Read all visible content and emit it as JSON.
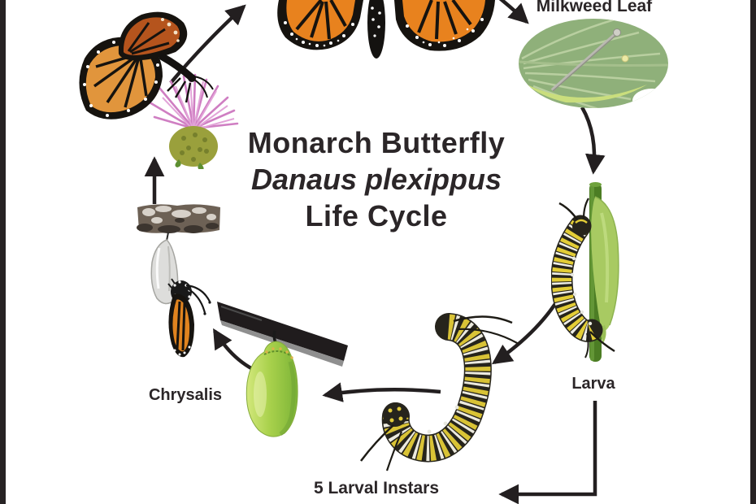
{
  "title": {
    "common_name": "Monarch Butterfly",
    "scientific_name": "Danaus plexippus",
    "suffix": "Life Cycle"
  },
  "labels": {
    "milkweed_leaf": "Milkweed Leaf",
    "larva": "Larva",
    "chrysalis": "Chrysalis",
    "larval_instars": "5 Larval Instars"
  },
  "colors": {
    "border": "#272324",
    "text": "#2b2628",
    "arrow": "#231f20",
    "monarch-orange": "#e8821e",
    "monarch-black": "#1c191a",
    "leaf-green": "#8fb07a",
    "stem-green": "#4c7d24",
    "larva-yellow": "#e3cd37",
    "larva-white": "#efeee6",
    "chrysalis-green": "#a9d14c",
    "flower-pink": "#cf7ec2"
  }
}
